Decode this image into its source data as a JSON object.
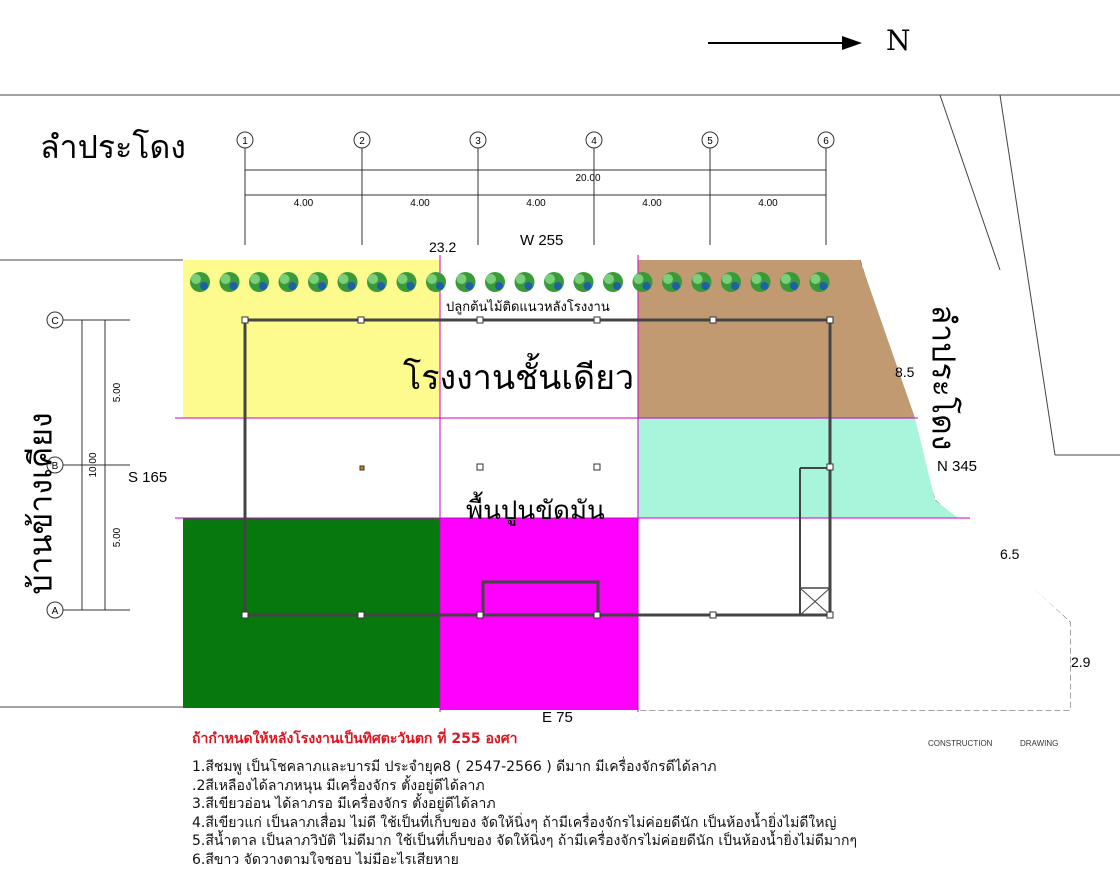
{
  "north_label": "N",
  "canal_top": "ลำประโดง",
  "canal_right": "ลำประโดง",
  "neighbor_left": "บ้านข้างเคียง",
  "building_label": "โรงงานชั้นเดียว",
  "floor_label": "พื้นปูนขัดมัน",
  "tree_note": "ปลูกต้นไม้ติดแนวหลังโรงงาน",
  "directions": {
    "west": "W 255",
    "east": "E 75",
    "south": "S 165",
    "north": "N 345"
  },
  "dimensions": {
    "top_left": "23.2",
    "right_upper": "8.5",
    "right_middle": "6.5",
    "right_lower": "2.9",
    "total_width": "20.00",
    "bays": [
      "4.00",
      "4.00",
      "4.00",
      "4.00",
      "4.00"
    ],
    "grid_columns": [
      "1",
      "2",
      "3",
      "4",
      "5",
      "6"
    ],
    "grid_rows": [
      "C",
      "B",
      "A"
    ],
    "total_depth": "10.00",
    "row_spacings": [
      "5.00",
      "5.00"
    ]
  },
  "title_block": {
    "construction": "CONSTRUCTION",
    "drawing": "DRAWING"
  },
  "legend": {
    "heading": "ถ้ากำหนดให้หลังโรงงานเป็นทิศตะวันตก ที่ 255 องศา",
    "heading_color": "#e0141e",
    "items": [
      "1.สีชมพู เป็นโชคลาภและบารมี ประจำยุค8 ( 2547-2566 ) ดีมาก  มีเครื่องจักรดีได้ลาภ",
      ".2สีเหลืองได้ลาภหนุน มีเครื่องจักร ตั้งอยู่ดีได้ลาภ",
      "3.สีเขียวอ่อน ได้ลาภรอ  มีเครื่องจักร ตั้งอยู่ดีได้ลาภ",
      "4.สีเขียวแก่ เป็นลาภเสื่อม ไม่ดี ใช้เป็นที่เก็บของ จัดให้นิ่งๆ ถ้ามีเครื่องจักรไม่ค่อยดีนัก เป็นห้องน้ำยิ่งไม่ดีใหญ่",
      "5.สีน้ำตาล เป็นลาภวิบัติ  ไม่ดีมาก ใช้เป็นที่เก็บของ จัดให้นิ่งๆ ถ้ามีเครื่องจักรไม่ค่อยดีนัก เป็นห้องน้ำยิ่งไม่ดีมากๆ",
      "6.สีขาว จัดวางตามใจชอบ ไม่มีอะไรเสียหาย"
    ]
  },
  "zone_colors": {
    "yellow": "#fdfa8e",
    "brown": "#c29a72",
    "light_green": "#a9f5dc",
    "dark_green": "#06780d",
    "pink": "#ff00ff",
    "white": "#ffffff"
  }
}
